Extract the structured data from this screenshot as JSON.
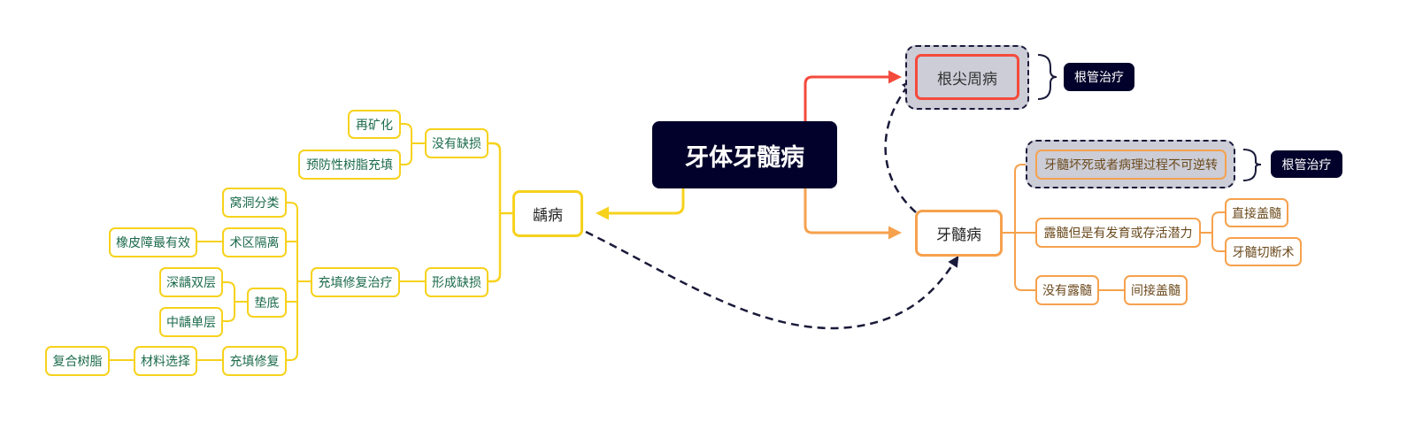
{
  "colors": {
    "root_bg": "#02012b",
    "caries_branch": "#f7d21c",
    "pulp_branch": "#f6a14d",
    "periapical_branch": "#f44a3c",
    "relation_line": "#1a1a3a",
    "boundary_fill": "#cccdd7",
    "caries_text": "#1c6b4c",
    "pulp_text": "#6b4a1c"
  },
  "root": {
    "label": "牙体牙髓病"
  },
  "caries": {
    "label": "龋病",
    "no_defect": {
      "label": "没有缺损",
      "children": [
        "再矿化",
        "预防性树脂充填"
      ]
    },
    "defect": {
      "label": "形成缺损",
      "treatment": {
        "label": "充填修复治疗",
        "cavity_class": "窝洞分类",
        "isolation": {
          "label": "术区隔离",
          "note": "橡皮障最有效"
        },
        "base": {
          "label": "垫底",
          "children": [
            "深龋双层",
            "中龋单层"
          ]
        },
        "restoration": {
          "label": "充填修复",
          "material": "材料选择",
          "material_choice": "复合树脂"
        }
      }
    }
  },
  "pulp": {
    "label": "牙髓病",
    "irreversible": {
      "label": "牙髓坏死或者病理过程不可逆转",
      "summary": "根管治疗"
    },
    "exposed": {
      "label": "露髓但是有发育或存活潜力",
      "children": [
        "直接盖髓",
        "牙髓切断术"
      ]
    },
    "not_exposed": {
      "label": "没有露髓",
      "child": "间接盖髓"
    }
  },
  "periapical": {
    "label": "根尖周病",
    "summary": "根管治疗"
  }
}
